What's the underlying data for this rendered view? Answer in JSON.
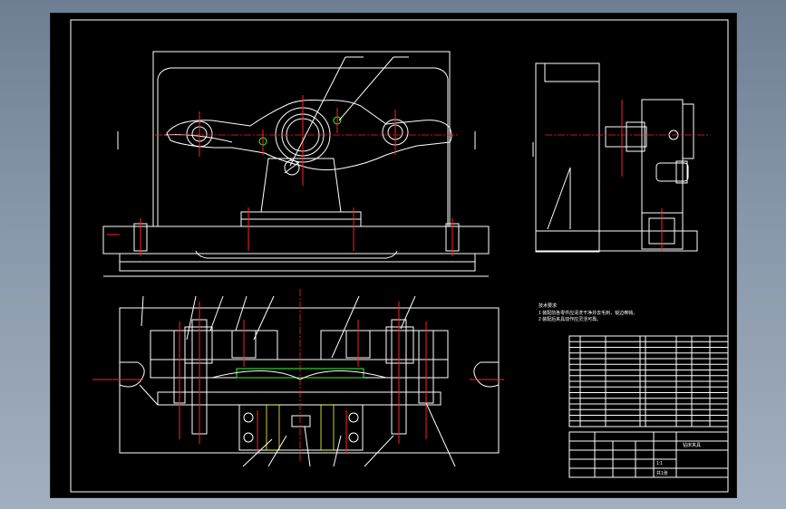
{
  "drawing": {
    "notes": {
      "title": "技术要求",
      "line1": "1 装配前各零件应清洗干净并去毛刺，锐边倒钝。",
      "line2": "2 装配后夹具动作应灵活可靠。"
    },
    "title_block": {
      "name": "钻床夹具",
      "scale": "1:1",
      "sheet": "共1张"
    }
  },
  "colors": {
    "background": "#000000",
    "outline": "#ffffff",
    "centerline": "#ff2020",
    "hatch": "#ffff40",
    "highlight": "#30ff30"
  }
}
